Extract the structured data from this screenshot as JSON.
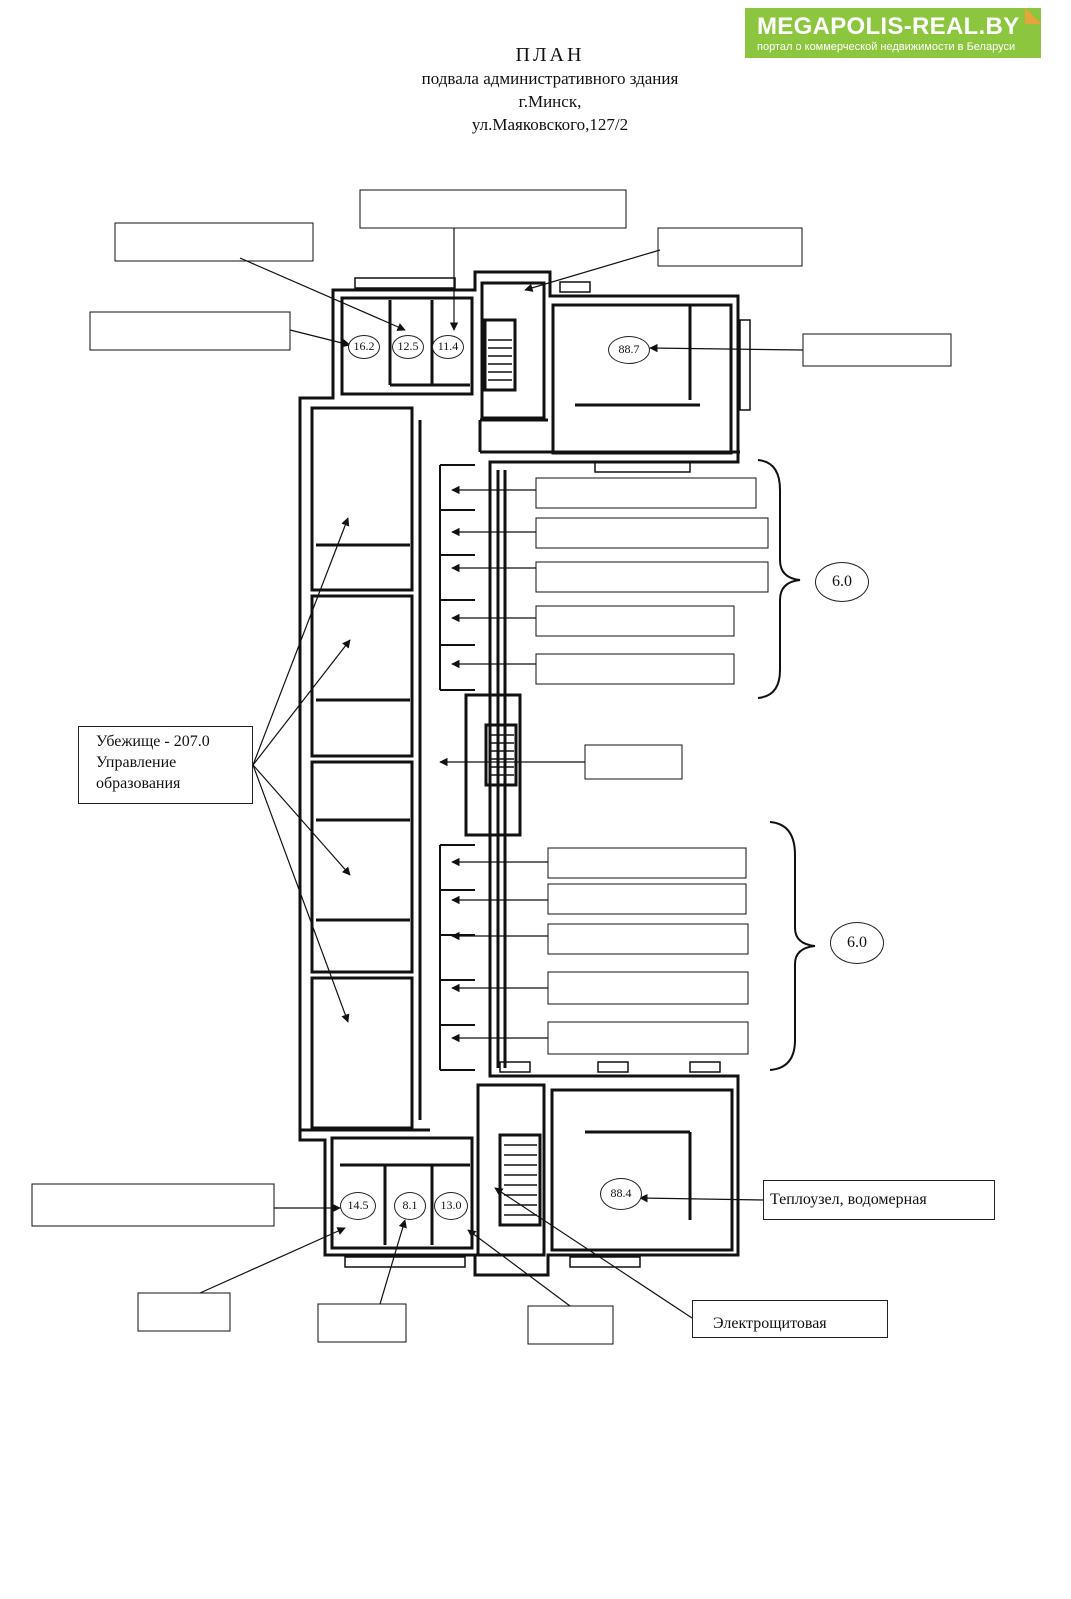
{
  "banner": {
    "brand": "MEGAPOLIS-REAL.BY",
    "tagline": "портал о коммерческой недвижимости в Беларуси",
    "color": "#8cc63f"
  },
  "title": {
    "line1": "ПЛАН",
    "line2": "подвала административного здания",
    "line3": "г.Минск,",
    "line4": "ул.Маяковского,127/2"
  },
  "labels": {
    "shelter": [
      "Убежище - 207.0",
      "Управление",
      "образования"
    ],
    "heat": "Теплоузел, водомерная",
    "elec": "Электрощитовая"
  },
  "areas": {
    "a162": "16.2",
    "a125": "12.5",
    "a114": "11.4",
    "a887": "88.7",
    "a145": "14.5",
    "a81": "8.1",
    "a130": "13.0",
    "a884": "88.4",
    "group1": "6.0",
    "group2": "6.0"
  }
}
